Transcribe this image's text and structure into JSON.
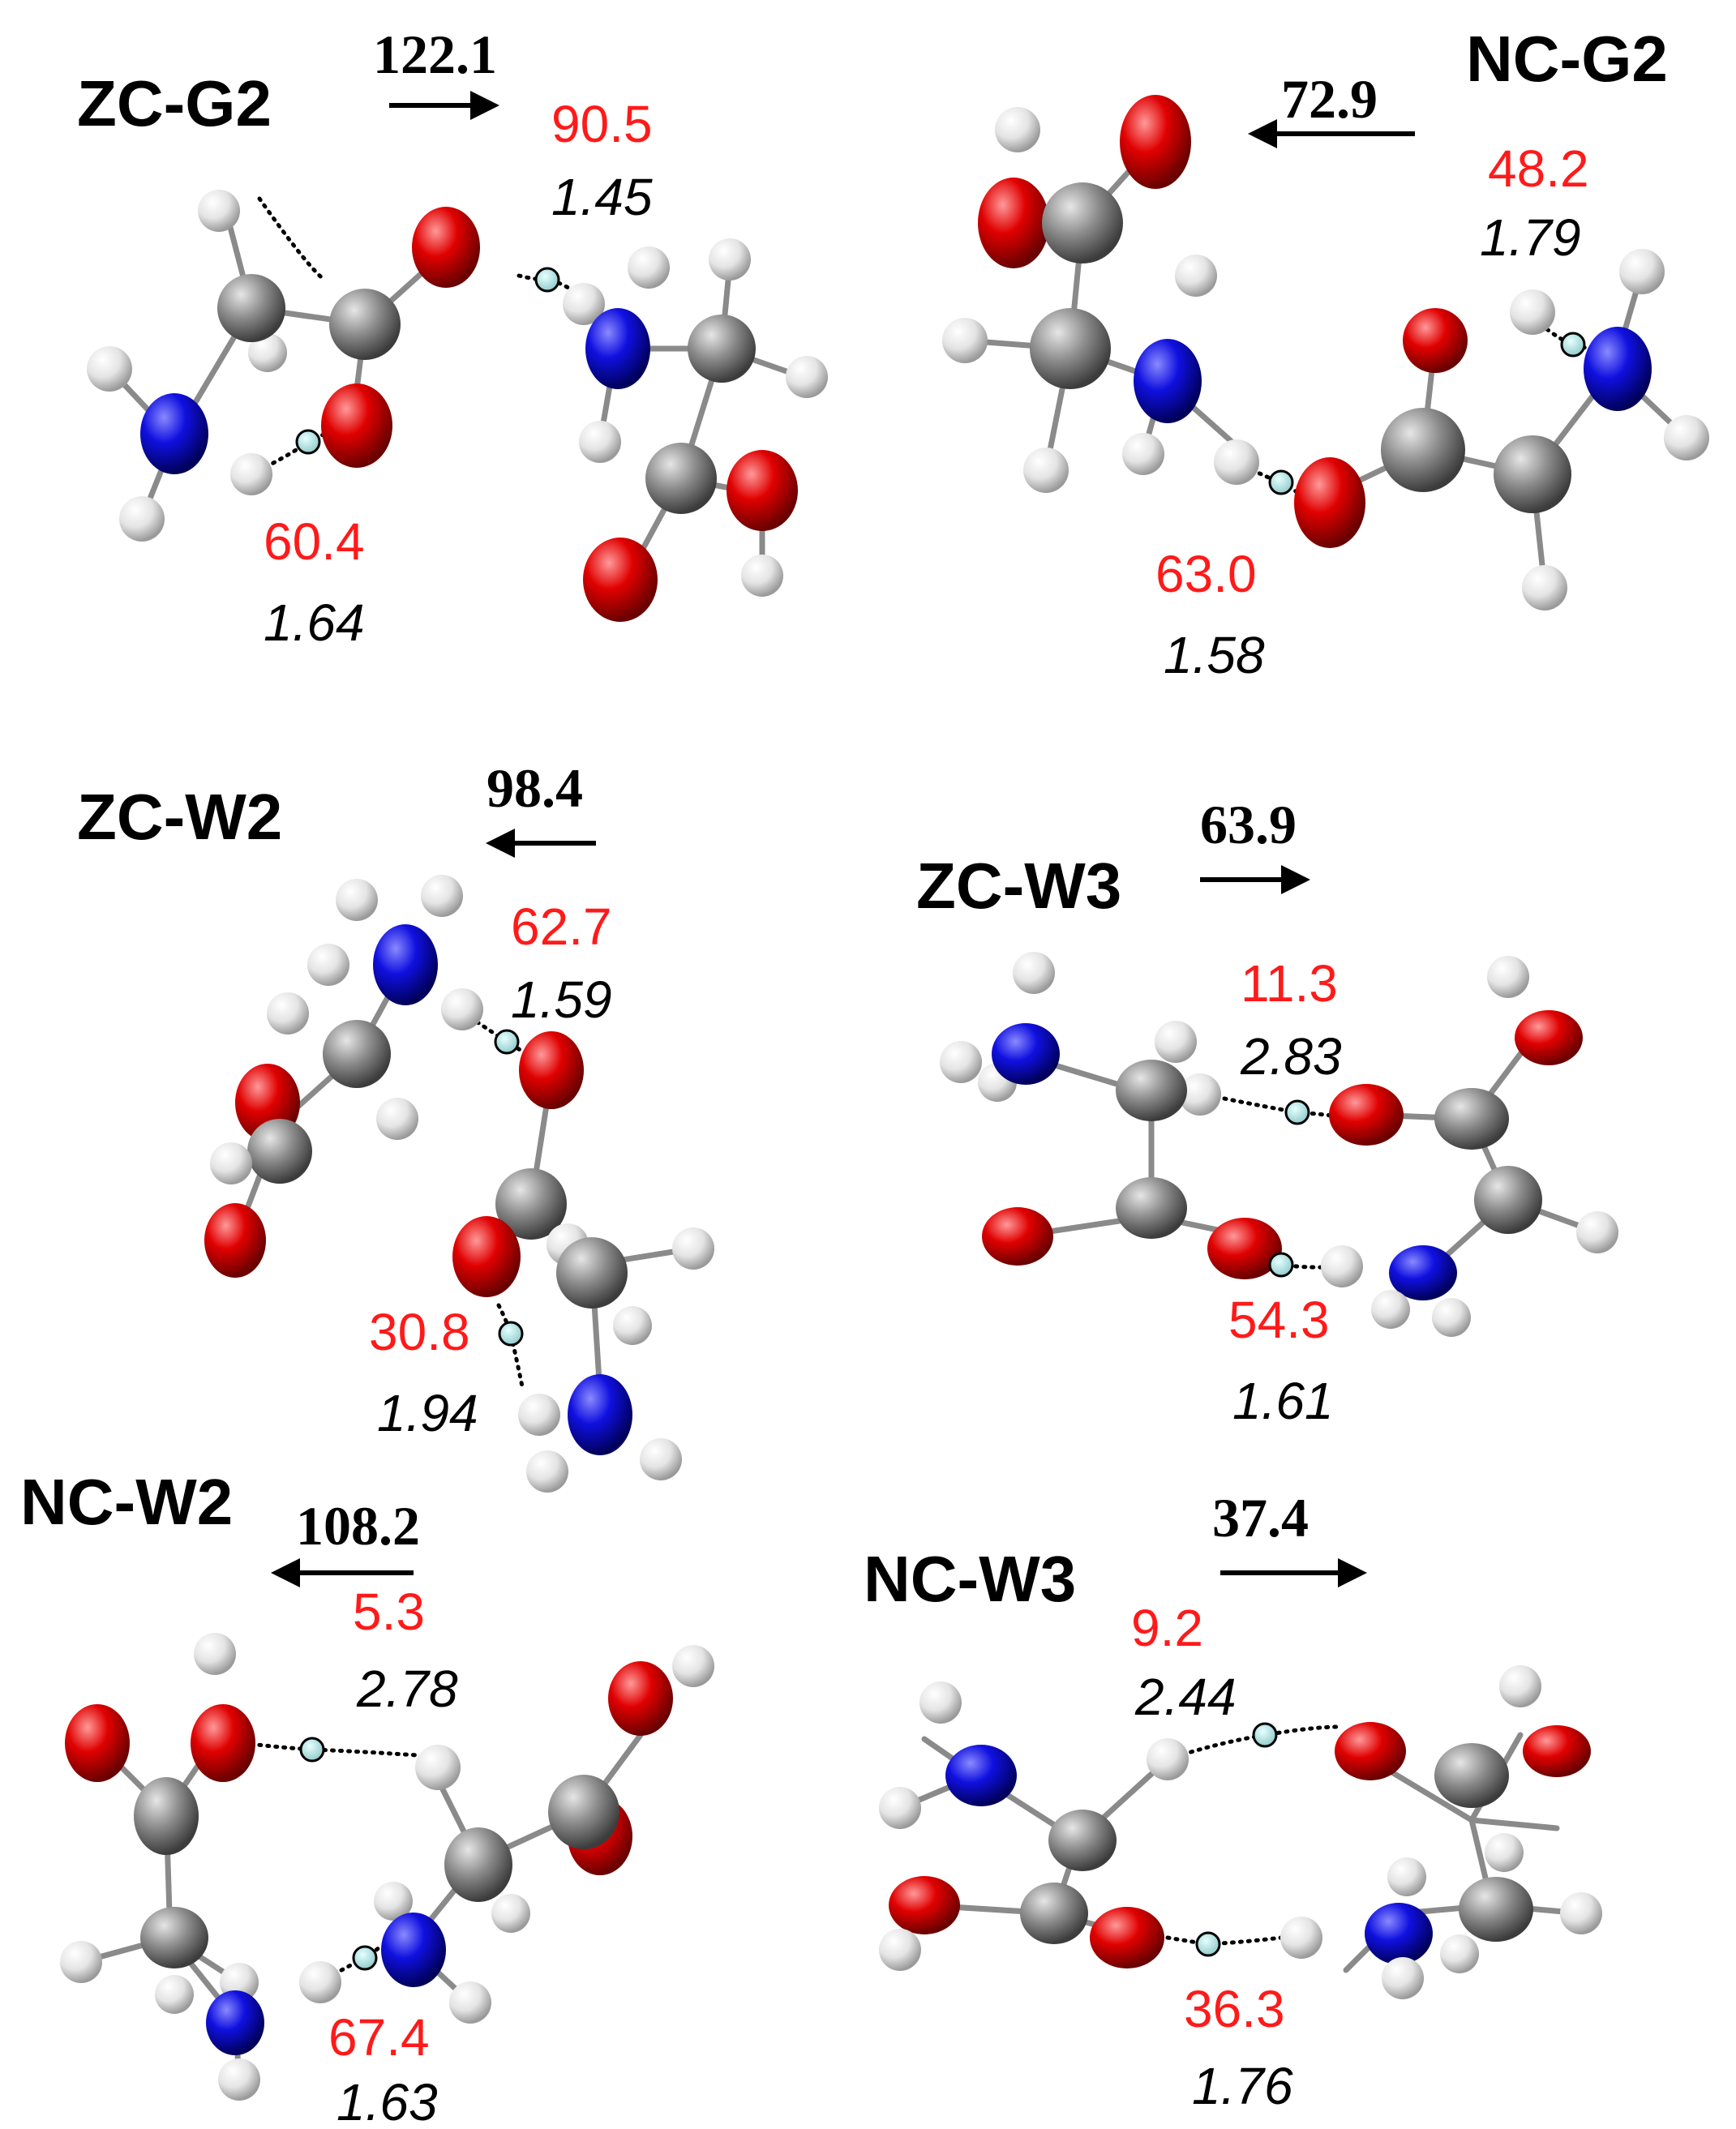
{
  "colors": {
    "energy": "#ff1a1a",
    "distance": "#000000",
    "oxygen": "#e00000",
    "nitrogen": "#0a0ae0",
    "carbon": "#8c8c8c",
    "hydrogen": "#ececec",
    "hbond_marker": "#a8e0e0"
  },
  "panels": [
    {
      "title": "ZC-G2",
      "dipole": "122.1",
      "dipole_arrow": "right",
      "hbonds": [
        {
          "energy": "90.5",
          "distance": "1.45"
        },
        {
          "energy": "60.4",
          "distance": "1.64"
        }
      ]
    },
    {
      "title": "NC-G2",
      "dipole": "72.9",
      "dipole_arrow": "left",
      "hbonds": [
        {
          "energy": "48.2",
          "distance": "1.79"
        },
        {
          "energy": "63.0",
          "distance": "1.58"
        }
      ]
    },
    {
      "title": "ZC-W2",
      "dipole": "98.4",
      "dipole_arrow": "left",
      "hbonds": [
        {
          "energy": "62.7",
          "distance": "1.59"
        },
        {
          "energy": "30.8",
          "distance": "1.94"
        }
      ]
    },
    {
      "title": "ZC-W3",
      "dipole": "63.9",
      "dipole_arrow": "right",
      "hbonds": [
        {
          "energy": "11.3",
          "distance": "2.83"
        },
        {
          "energy": "54.3",
          "distance": "1.61"
        }
      ]
    },
    {
      "title": "NC-W2",
      "dipole": "108.2",
      "dipole_arrow": "left",
      "hbonds": [
        {
          "energy": "5.3",
          "distance": "2.78"
        },
        {
          "energy": "67.4",
          "distance": "1.63"
        }
      ]
    },
    {
      "title": "NC-W3",
      "dipole": "37.4",
      "dipole_arrow": "right",
      "hbonds": [
        {
          "energy": "9.2",
          "distance": "2.44"
        },
        {
          "energy": "36.3",
          "distance": "1.76"
        }
      ]
    }
  ]
}
